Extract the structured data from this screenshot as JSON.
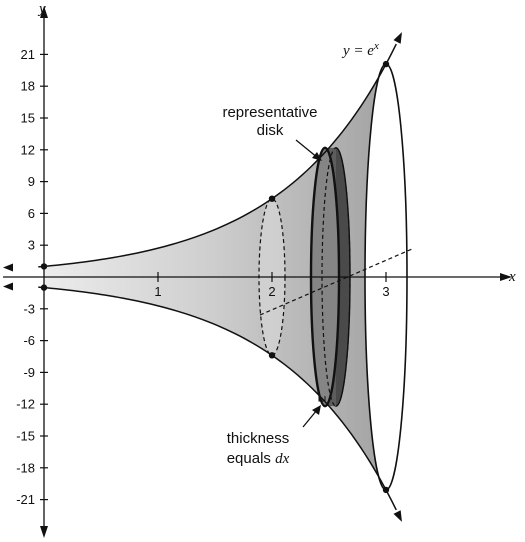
{
  "axes": {
    "x_name": "x",
    "y_name": "y",
    "x_ticks": [
      "1",
      "2",
      "3"
    ],
    "y_ticks": [
      "21",
      "18",
      "15",
      "12",
      "9",
      "6",
      "3",
      "-3",
      "-6",
      "-9",
      "-12",
      "-15",
      "-18",
      "-21"
    ]
  },
  "curve_label": {
    "prefix": "y = e",
    "exponent": "x"
  },
  "annotations": {
    "disk_line1": "representative",
    "disk_line2": "disk",
    "thickness_line1": "thickness",
    "thickness_line2_prefix": "equals ",
    "thickness_line2_var": "dx"
  },
  "colors": {
    "solid_fill": "#d3d3d3",
    "solid_fill_dark": "#a8a8a8",
    "disk_fill": "#6a6a6a",
    "line": "#111111"
  }
}
